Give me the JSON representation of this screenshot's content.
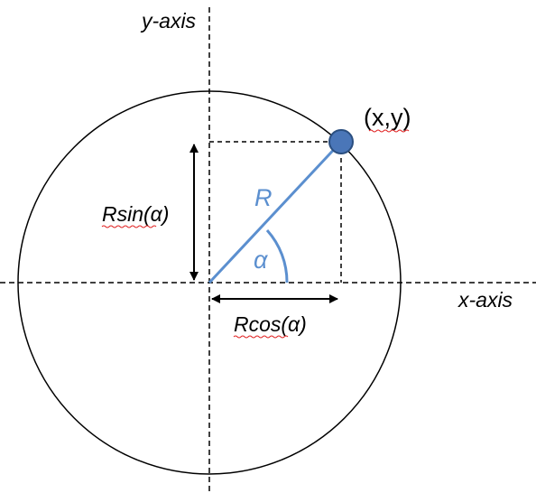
{
  "labels": {
    "y_axis": "y-axis",
    "x_axis": "x-axis",
    "point": "(x,y)",
    "radius": "R",
    "angle": "α",
    "rsin": "Rsin(α)",
    "rcos": "Rcos(α)"
  },
  "colors": {
    "line": "#000000",
    "radius_line": "#5b8fcf",
    "point_fill": "#4a76b8",
    "point_stroke": "#2b4f80",
    "spellcheck": "#e02020"
  }
}
